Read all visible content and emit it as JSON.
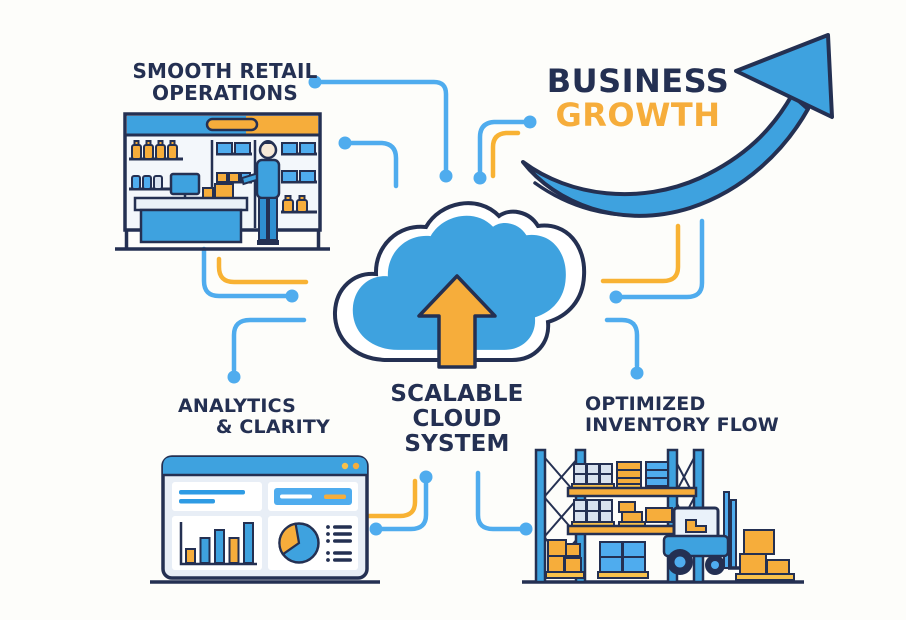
{
  "title_labels": {
    "retail": {
      "line1": "SMOOTH RETAIL",
      "line2": "OPERATIONS"
    },
    "growth": {
      "line1": "BUSINESS",
      "line2": "GROWTH"
    },
    "cloud": {
      "line1": "SCALABLE",
      "line2": "CLOUD",
      "line3": "SYSTEM"
    },
    "analytics": {
      "line1": "ANALYTICS",
      "line2": "& CLARITY"
    },
    "inventory": {
      "line1": "OPTIMIZED",
      "line2": "INVENTORY FLOW"
    }
  },
  "colors": {
    "navy_outline_text": "#243052",
    "primary_blue": "#3ea2df",
    "connector_blue": "#4facee",
    "accent_yellow": "#f6ad3b",
    "connector_yellow": "#f8b233",
    "panel_light": "#e8eef6",
    "box_gray": "#d8e2ef",
    "background": "#fdfdfa"
  },
  "icons": [
    "retail-store-icon",
    "growth-arrow-icon",
    "cloud-upload-icon",
    "analytics-dashboard-icon",
    "warehouse-forklift-icon",
    "connector-lines"
  ],
  "dashboard_chart": {
    "type": "bar",
    "bar_values": [
      14,
      25,
      33,
      25,
      40
    ],
    "bar_colors": [
      "yellow",
      "blue",
      "blue",
      "yellow",
      "blue"
    ],
    "pie_yellow_fraction": 0.32
  }
}
